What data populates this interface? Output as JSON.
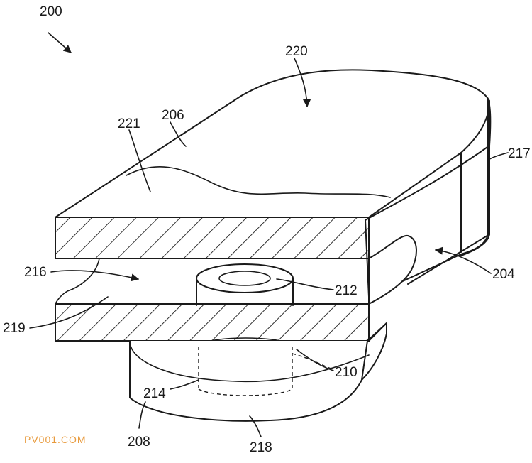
{
  "figure": {
    "labels": {
      "l200": "200",
      "l220": "220",
      "l221": "221",
      "l206": "206",
      "l217": "217",
      "l216": "216",
      "l212": "212",
      "l204": "204",
      "l219": "219",
      "l210": "210",
      "l214": "214",
      "l208": "208",
      "l218": "218"
    },
    "watermark": "PV001.COM"
  }
}
